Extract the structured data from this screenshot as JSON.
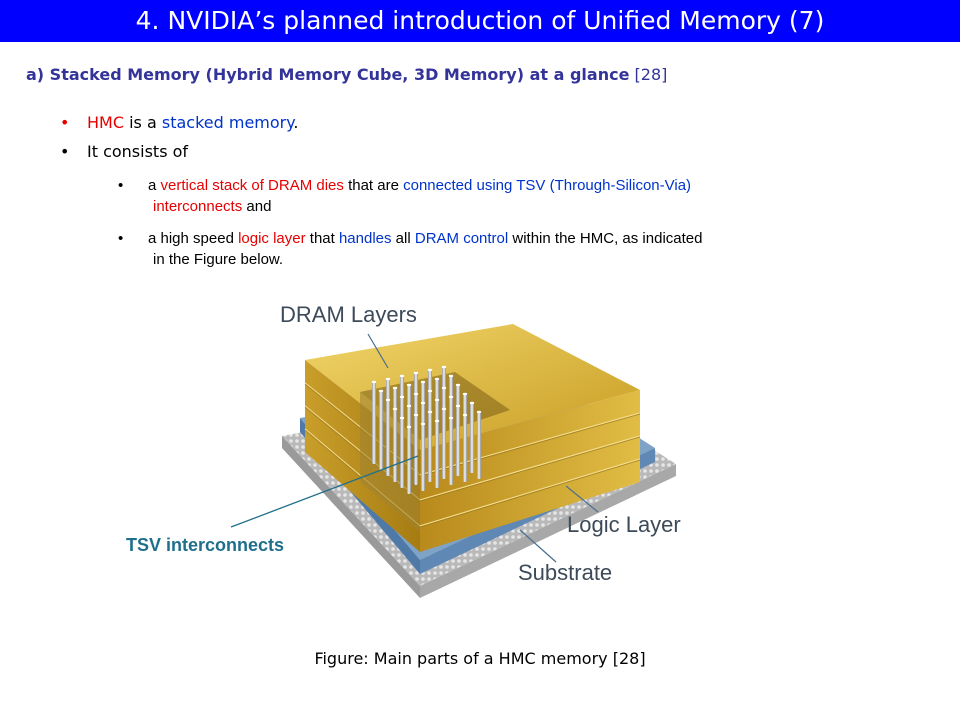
{
  "title": "4. NVIDIA’s planned introduction of Unified Memory (7)",
  "subtitle": {
    "label": "a) Stacked Memory (Hybrid Memory Cube, 3D Memory) at a glance",
    "ref": "[28]"
  },
  "bullets": {
    "b1": {
      "part1": "HMC",
      "part2": " is a ",
      "part3": "stacked memory",
      "part4": "."
    },
    "b2": {
      "text": "It consists of"
    }
  },
  "subbullets": {
    "s1": {
      "p1": "a ",
      "p2": "vertical stack of DRAM dies",
      "p3": " that are ",
      "p4": "connected using TSV (Through-Silicon-Via)",
      "p5": "interconnects",
      "p6": " and"
    },
    "s2": {
      "p1": "a high speed ",
      "p2": "logic layer",
      "p3": " that ",
      "p4": "handles",
      "p5": " all ",
      "p6": "DRAM control",
      "p7": " within the HMC, as indicated",
      "p8": "in the Figure below."
    }
  },
  "figure": {
    "dram_label": "DRAM Layers",
    "logic_label": "Logic Layer",
    "substrate_label": "Substrate",
    "tsv_label": "TSV interconnects"
  },
  "caption": "Figure: Main parts of a HMC memory [28]",
  "colors": {
    "title_bar": "#0000ff",
    "subtitle": "#333399",
    "highlight_red": "#e60000",
    "highlight_blue": "#0033cc",
    "tsv_label": "#1f6f8b"
  }
}
